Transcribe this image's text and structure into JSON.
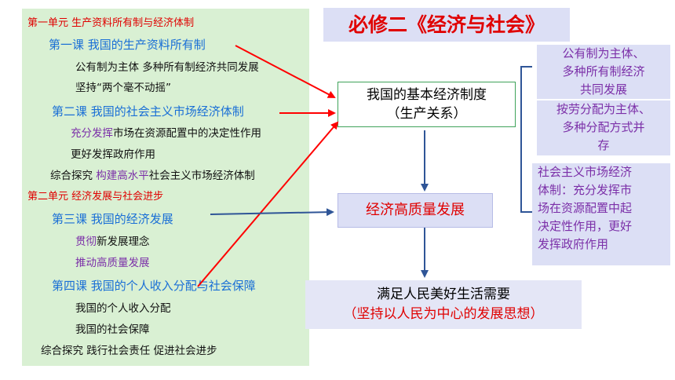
{
  "title": "必修二《经济与社会》",
  "outline": [
    {
      "key": "u1",
      "text": "第一单元 生产资料所有制与经济体制"
    },
    {
      "key": "l1",
      "text": "第一课 我国的生产资料所有制"
    },
    {
      "key": "l1a",
      "text": "公有制为主体 多种所有制经济共同发展"
    },
    {
      "key": "l1b",
      "text": "坚持“两个毫不动摇”"
    },
    {
      "key": "l2",
      "text": "第二课 我国的社会主义市场经济体制"
    },
    {
      "key": "l2a_p",
      "text": "充分发挥"
    },
    {
      "key": "l2a_r",
      "text": "市场在资源配置中的决定性作用"
    },
    {
      "key": "l2b",
      "text": "更好发挥政府作用"
    },
    {
      "key": "e1_a",
      "text": "综合探究 "
    },
    {
      "key": "e1_p",
      "text": "构建高水平"
    },
    {
      "key": "e1_r",
      "text": "社会主义市场经济体制"
    },
    {
      "key": "u2",
      "text": "第二单元 经济发展与社会进步"
    },
    {
      "key": "l3",
      "text": "第三课 我国的经济发展"
    },
    {
      "key": "l3a_p",
      "text": "贯彻"
    },
    {
      "key": "l3a_r",
      "text": "新发展理念"
    },
    {
      "key": "l3b",
      "text": "推动高质量发展"
    },
    {
      "key": "l4",
      "text": "第四课 我国的个人收入分配与社会保障"
    },
    {
      "key": "l4a",
      "text": "我国的个人收入分配"
    },
    {
      "key": "l4b",
      "text": "我国的社会保障"
    },
    {
      "key": "e2",
      "text": "综合探究 践行社会责任 促进社会进步"
    }
  ],
  "basic_system": {
    "line1": "我国的基本经济制度",
    "line2": "（生产关系）"
  },
  "quality": "经济高质量发展",
  "needs": {
    "line1": "满足人民美好生活需要",
    "line2": "（坚持以人民为中心的发展思想）"
  },
  "right_boxes": [
    {
      "lines": [
        "公有制为主体、",
        "多种所有制经济",
        "共同发展"
      ]
    },
    {
      "lines": [
        "按劳分配为主体、",
        "多种分配方式并",
        "存"
      ]
    },
    {
      "lines": [
        "社会主义市场经济",
        "体制：充分发挥市",
        "场在资源配置中起",
        "决定性作用，更好",
        "发挥政府作用"
      ]
    }
  ],
  "colors": {
    "red_arrow": "#ff0000",
    "blue_arrow": "#2f5597",
    "green_border": "#3fa35a",
    "title_red": "#e00000"
  }
}
